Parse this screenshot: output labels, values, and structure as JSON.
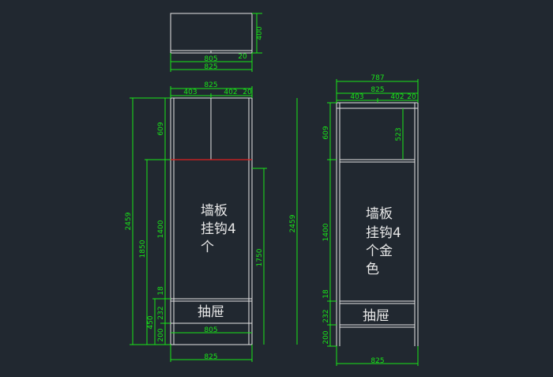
{
  "colors": {
    "background": "#212830",
    "cabinet_lines": "#e6e6e6",
    "dimension_lines": "#19e619",
    "highlight_line": "#e02020"
  },
  "top_view": {
    "depth_dim": "400",
    "inner_width_dim": "805",
    "thickness_dim": "20",
    "outer_width_dim": "825"
  },
  "front_view": {
    "overall_width_dim": "825",
    "left_half_dim": "403",
    "right_half_dim": "402",
    "panel_dim": "20",
    "upper_height_dim": "609",
    "height_dim": "2459",
    "section_1400_dim": "1400",
    "section_1850_dim": "1850",
    "section_1750_dim": "1750",
    "gap_18_dim": "18",
    "drawer_232_dim": "232",
    "drawer_450_dim": "450",
    "base_200_dim": "200",
    "inner_width_dim": "805",
    "bottom_width_dim": "825",
    "wall_note_lines": [
      "墙板",
      "挂钩4",
      "个"
    ],
    "drawer_label": "抽屉"
  },
  "side_view": {
    "top_dim": "787",
    "width_dim": "825",
    "left_half_dim": "403",
    "right_half_dim": "402",
    "panel_dim": "20",
    "shelf_dim": "523",
    "upper_height_dim": "609",
    "section_1400_dim": "1400",
    "height_dim": "2459",
    "gap_18_dim": "18",
    "drawer_232_dim": "232",
    "base_200_dim": "200",
    "bottom_width_dim": "825",
    "wall_note_lines": [
      "墙板",
      "挂钩4",
      "个金",
      "色"
    ],
    "drawer_label": "抽屉"
  }
}
